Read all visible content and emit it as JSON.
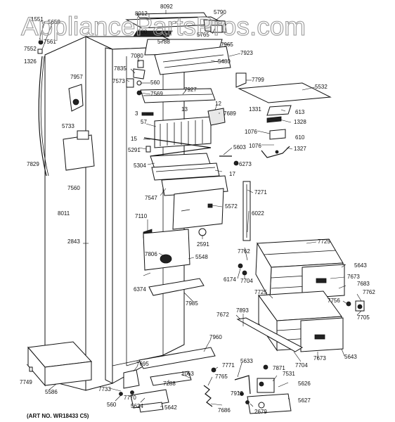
{
  "watermark": "AppliancePartsPros.com",
  "art_number": "(ART NO. WR18433 C5)",
  "parts": {
    "p1551": "1551",
    "p5659": "5659",
    "p8092": "8092",
    "p8012": "8012",
    "p5790": "5790",
    "p800": "800",
    "p5765": "5765",
    "p5788": "5788",
    "p7965": "7965",
    "p7923": "7923",
    "p7552": "7552",
    "p7561": "7561",
    "p1326": "1326",
    "p7080": "7080",
    "p5480": "5480",
    "p7835": "7835",
    "p7799": "7799",
    "p7957": "7957",
    "p7573": "7573",
    "p560a": "560",
    "p5532": "5532",
    "p7569": "7569",
    "p7927": "7927",
    "p12": "12",
    "p3": "3",
    "p13": "13",
    "p7689": "7689",
    "p1331": "1331",
    "p613": "613",
    "p1328": "1328",
    "p5733": "5733",
    "p57": "57",
    "p1076a": "1076",
    "p610": "610",
    "p15": "15",
    "p1076b": "1076",
    "p1327": "1327",
    "p5291": "5291",
    "p5603": "5603",
    "p7829": "7829",
    "p5304": "5304",
    "p6273": "6273",
    "p17": "17",
    "p7560": "7560",
    "p7271": "7271",
    "p7547": "7547",
    "p8011": "8011",
    "p5572": "5572",
    "p7110": "7110",
    "p6022": "6022",
    "p2591": "2591",
    "p2843": "2843",
    "p7725a": "7725",
    "p7806": "7806",
    "p5548": "5548",
    "p7762a": "7762",
    "p5643a": "5643",
    "p6174": "6174",
    "p7704a": "7704",
    "p7673a": "7673",
    "p7683": "7683",
    "p6374": "6374",
    "p7725b": "7725",
    "p7762b": "7762",
    "p7756": "7756",
    "p7985": "7985",
    "p7893": "7893",
    "p7705": "7705",
    "p7672": "7672",
    "p7960": "7960",
    "p7704b": "7704",
    "p7673b": "7673",
    "p5643b": "5643",
    "p7695": "7695",
    "p5633": "5633",
    "p7771": "7771",
    "p7871": "7871",
    "p7749": "7749",
    "p1063": "1063",
    "p7765": "7765",
    "p7531": "7531",
    "p5586": "5586",
    "p7733": "7733",
    "p7288": "7288",
    "p5626": "5626",
    "p7770": "7770",
    "p7912": "7912",
    "p560b": "560",
    "p5624": "5624",
    "p5642": "5642",
    "p7686": "7686",
    "p2679": "2679",
    "p5627": "5627"
  }
}
